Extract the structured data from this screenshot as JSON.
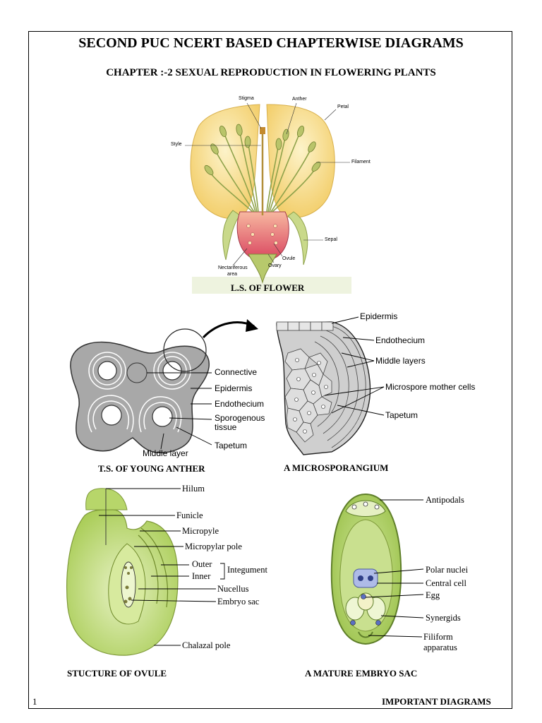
{
  "header": {
    "title": "SECOND PUC NCERT BASED CHAPTERWISE DIAGRAMS",
    "subtitle": "CHAPTER :-2 SEXUAL REPRODUCTION  IN FLOWERING PLANTS"
  },
  "flower": {
    "caption": "L.S. OF FLOWER",
    "labels": {
      "stigma": "Stigma",
      "anther": "Anther",
      "petal": "Petal",
      "style": "Style",
      "filament": "Filament",
      "sepal": "Sepal",
      "ovule": "Ovule",
      "ovary": "Ovary",
      "nectariferous": "Nectariferous",
      "area": "area"
    }
  },
  "anther": {
    "caption": "T.S. OF YOUNG ANTHER",
    "labels": {
      "connective": "Connective",
      "epidermis": "Epidermis",
      "endothecium": "Endothecium",
      "sporogenous1": "Sporogenous",
      "sporogenous2": "tissue",
      "tapetum": "Tapetum",
      "middle_layer": "Middle layer"
    }
  },
  "microsporangium": {
    "caption": "A MICROSPORANGIUM",
    "labels": {
      "epidermis": "Epidermis",
      "endothecium": "Endothecium",
      "middle_layers": "Middle layers",
      "microspore_mother_cells": "Microspore mother cells",
      "tapetum": "Tapetum"
    }
  },
  "ovule": {
    "caption": "STUCTURE OF OVULE",
    "labels": {
      "hilum": "Hilum",
      "funicle": "Funicle",
      "micropyle": "Micropyle",
      "micropylar_pole": "Micropylar pole",
      "outer": "Outer",
      "inner": "Inner",
      "integument": "Integument",
      "nucellus": "Nucellus",
      "embryo_sac": "Embryo sac",
      "chalazal_pole": "Chalazal pole"
    }
  },
  "embryo_sac": {
    "caption": "A MATURE EMBRYO SAC",
    "labels": {
      "antipodals": "Antipodals",
      "polar_nuclei": "Polar nuclei",
      "central_cell": "Central cell",
      "egg": "Egg",
      "synergids": "Synergids",
      "filiform1": "Filiform",
      "filiform2": "apparatus"
    }
  },
  "footer": {
    "page_number": "1",
    "right_text": "IMPORTANT DIAGRAMS"
  },
  "colors": {
    "petal_fill": "#f6d98a",
    "petal_inner": "#fbeeb6",
    "stamen": "#b9c46a",
    "ovary_red": "#e56a7a",
    "sepal_green": "#c9d98a",
    "ovule_green": "#b7d66a",
    "sac_green": "#c6e08a",
    "nucleus_blue": "#6f86c9",
    "anther_grey": "#9a9a9a"
  }
}
